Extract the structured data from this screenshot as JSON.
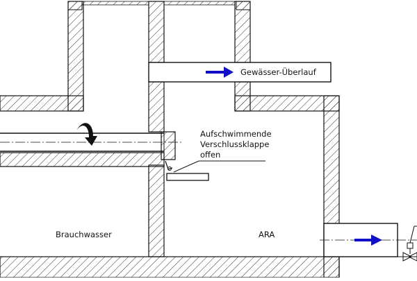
{
  "labels": {
    "overflow": "Gewässer-Überlauf",
    "valve_line1": "Aufschwimmende",
    "valve_line2": "Verschlussklappe",
    "valve_line3": "offen",
    "left_chamber": "Brauchwasser",
    "right_chamber": "ARA"
  },
  "colors": {
    "arrow": "#1010c8",
    "line": "#111111"
  }
}
